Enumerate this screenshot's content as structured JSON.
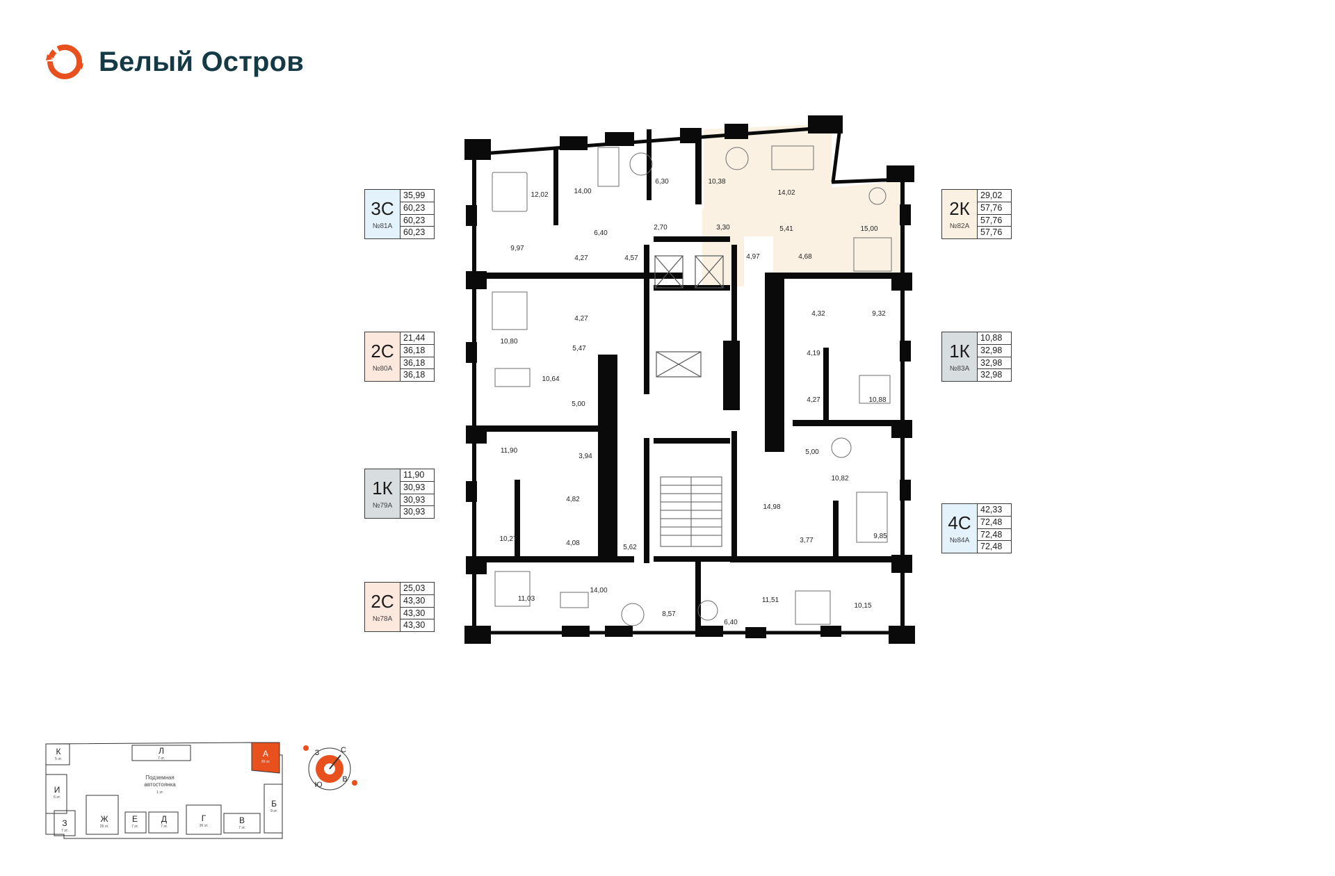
{
  "brand": {
    "name": "Белый Остров",
    "accent_color": "#e8501e",
    "text_color": "#163a45"
  },
  "colors": {
    "wall": "#0a0a0a",
    "highlight_apartment": "#fbf1e2",
    "card_blue": "#e4f2fb",
    "card_peach": "#fde8de",
    "card_grey": "#d8dde0"
  },
  "apartments_left": [
    {
      "type": "3С",
      "number": "№81А",
      "areas": [
        "35,99",
        "60,23",
        "60,23",
        "60,23"
      ],
      "color": "#e4f2fb"
    },
    {
      "type": "2С",
      "number": "№80А",
      "areas": [
        "21,44",
        "36,18",
        "36,18",
        "36,18"
      ],
      "color": "#fde8de"
    },
    {
      "type": "1К",
      "number": "№79А",
      "areas": [
        "11,90",
        "30,93",
        "30,93",
        "30,93"
      ],
      "color": "#d8dde0"
    },
    {
      "type": "2С",
      "number": "№78А",
      "areas": [
        "25,03",
        "43,30",
        "43,30",
        "43,30"
      ],
      "color": "#fde8de"
    }
  ],
  "apartments_right": [
    {
      "type": "2К",
      "number": "№82А",
      "areas": [
        "29,02",
        "57,76",
        "57,76",
        "57,76"
      ],
      "color": "#fbf1e2"
    },
    {
      "type": "1К",
      "number": "№83А",
      "areas": [
        "10,88",
        "32,98",
        "32,98",
        "32,98"
      ],
      "color": "#d8dde0"
    },
    {
      "type": "4С",
      "number": "№84А",
      "areas": [
        "42,33",
        "72,48",
        "72,48",
        "72,48"
      ],
      "color": "#e4f2fb"
    }
  ],
  "rooms": [
    {
      "label": "12,02"
    },
    {
      "label": "14,00"
    },
    {
      "label": "6,30"
    },
    {
      "label": "10,38"
    },
    {
      "label": "14,02"
    },
    {
      "label": "15,00"
    },
    {
      "label": "2,70"
    },
    {
      "label": "3,30"
    },
    {
      "label": "5,41"
    },
    {
      "label": "6,40"
    },
    {
      "label": "9,97"
    },
    {
      "label": "4,27"
    },
    {
      "label": "4,57"
    },
    {
      "label": "4,97"
    },
    {
      "label": "4,68"
    },
    {
      "label": "4,27"
    },
    {
      "label": "4,32"
    },
    {
      "label": "9,32"
    },
    {
      "label": "10,80"
    },
    {
      "label": "5,47"
    },
    {
      "label": "4,19"
    },
    {
      "label": "10,64"
    },
    {
      "label": "5,00"
    },
    {
      "label": "4,27"
    },
    {
      "label": "10,88"
    },
    {
      "label": "11,90"
    },
    {
      "label": "3,94"
    },
    {
      "label": "5,00"
    },
    {
      "label": "10,82"
    },
    {
      "label": "4,82"
    },
    {
      "label": "14,98"
    },
    {
      "label": "9,85"
    },
    {
      "label": "10,27"
    },
    {
      "label": "4,08"
    },
    {
      "label": "5,62"
    },
    {
      "label": "3,77"
    },
    {
      "label": "11,03"
    },
    {
      "label": "14,00"
    },
    {
      "label": "8,57"
    },
    {
      "label": "6,40"
    },
    {
      "label": "11,51"
    },
    {
      "label": "10,15"
    }
  ],
  "site_map": {
    "parking_title": "Подземная",
    "parking_title2": "автостоянка",
    "parking_floors": "1 эт.",
    "sections": [
      {
        "letter": "К",
        "floors": "5 эт."
      },
      {
        "letter": "Л",
        "floors": "7 эт."
      },
      {
        "letter": "А",
        "floors": "20 эт.",
        "active": true
      },
      {
        "letter": "И",
        "floors": "6 эт."
      },
      {
        "letter": "Б",
        "floors": "9 эт."
      },
      {
        "letter": "З",
        "floors": "7 эт."
      },
      {
        "letter": "Ж",
        "floors": "25 эт."
      },
      {
        "letter": "Е",
        "floors": "7 эт."
      },
      {
        "letter": "Д",
        "floors": "7 эт."
      },
      {
        "letter": "Г",
        "floors": "30 эт."
      },
      {
        "letter": "В",
        "floors": "7 эт."
      }
    ]
  },
  "compass": {
    "north": "С",
    "west": "З",
    "south": "Ю",
    "east": "В"
  }
}
